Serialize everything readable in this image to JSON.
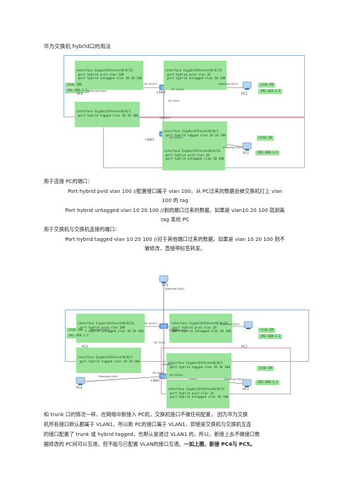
{
  "title": "华为交换机 hybrid口的用法",
  "diagram1": {
    "code_ge23": [
      "interface GigabitEthernet0/0/23",
      " port hybrid pvid vlan 100",
      " port hybrid untagged vlan 10 20 100"
    ],
    "code_ge24": [
      "interface GigabitEthernet0/0/24",
      " port hybrid pvid vlan 20",
      " port hybrid untagged vlan 20 100"
    ],
    "code_ge1_lsw2": [
      "interface GigabitEthernet0/0/1",
      " port hybrid tagged vlan 10 20 100"
    ],
    "code_ge1_lsw1": [
      "interface GigabitEthernet0/0/1",
      " port hybrid tagged vlan 10 20 100"
    ],
    "code_ge24_lsw1": [
      "interface GigabitEthernet0/0/24",
      " port hybrid pvid vlan 10",
      " port hybrid untagged vlan 10 100"
    ],
    "tag_pc2_vlan": "vlan 100",
    "tag_pc2_ip": "192.168.1.2",
    "tag_pc3_vlan": "vlan 20",
    "tag_pc3_ip": "192.168.1.2",
    "tag_pc1_vlan": "vlan 10",
    "tag_pc1_ip": "192.168.1.1",
    "pc_left": "PC2",
    "pc_right": "PC3",
    "pc_bottom": "PC1",
    "sw_top": "LSW2",
    "sw_bottom": "LSW1",
    "port_ge023": "GE 0/0/23",
    "port_ge024": "GE 0/0/24",
    "port_ge001_top": "GE 0/0/1",
    "port_ge001_bottom": "GE0/0/1",
    "port_ge024_bottom": "GE 0/0/24",
    "eth_left": "Ethernet 0/0/1",
    "eth_right": "Ethernet 0/0/1",
    "eth_bottom": "Ethernet 0/0/1"
  },
  "section_a_title": "用于连接 PC的端口：",
  "section_a_line1a": "Port hybrid pvid vlan 100 //配置接口属于 vlan 100，从 PC过来的数据会被交换机打上 vlan",
  "section_a_line1b": "100 的 tag",
  "section_a_line2a": "Port hybrid untagged vlan 10 20 100 //剥的端口过来的数据，如果是 vlan10 20 100 就剥离",
  "section_a_line2b": "tag 发给 PC",
  "section_b_title": "用于交换机与交换机连接的端口：",
  "section_b_line1a": "Port hybrid tagged vlan 10 20 100 //对于其他端口过来的数据，如果是 vlan 10 20 100 则不",
  "section_b_line1b": "做修改，直接带标签转发。",
  "diagram2": {
    "code_ge23": [
      "interface GigabitEthernet0/0/23",
      " port hybrid pvid vlan 100",
      " port hybrid untagged vlan 10 20 100"
    ],
    "code_ge24": [
      "interface GigabitEthernet0/0/24",
      " port hybrid pvid vlan 20",
      " port hybrid untagged vlan 20 100"
    ],
    "code_ge1_lsw2": [
      "interface GigabitEthernet0/0/1",
      " port hybrid tagged vlan 10 20 100"
    ],
    "code_ge1_lsw1": [
      "interface GigabitEthernet0/0/1",
      " port hybrid tagged vlan 10 20 100"
    ],
    "code_ge24_lsw1": [
      "interface GigabitEthernet0/0/24",
      " port hybrid pvid vlan 10",
      " port hybrid untagged vlan 10 100"
    ],
    "tag_pc3_vlan": "vlan 100",
    "tag_pc3_ip": "192.168.1.3",
    "tag_pc2_vlan": "vlan 20",
    "tag_pc2_ip": "192.168.1.2",
    "tag_pc1_vlan": "vlan 10",
    "tag_pc1_ip": "192.168.1.1",
    "pc_top": "PC5",
    "pc_left": "PC3",
    "pc_right": "PC2",
    "pc_bottom_left": "PC4",
    "pc_bottom_right": "PC1",
    "sw_top": "LSW2",
    "sw_bottom": "LSW1",
    "eth_top": "Ethernet 0/0/1",
    "eth_left": "Ethernet 0/0/1",
    "eth_right": "Ethernet 0/0/1",
    "eth_pc4": "Ethernet 0/0/1",
    "eth_pc1": "Ethernet 0/0/1",
    "port_ge023": "GE 0/0/23",
    "port_ge024": "GE 0/0/24",
    "port_ge001_top": "GE 0/0/1",
    "port_ge001_bottom": "GE0/0/1",
    "port_ge002": "GE 0/0/2",
    "port_ge024_bottom": "GE 0/0/24"
  },
  "closing_line1": "和 trunk 口的情况一样，在网络中新接入 PC机，交换机接口不做任何配置， 因为华为交换",
  "closing_line2": "机所有接口默认都属于 VLAN1，所以新 PC的接口属于 VLAN1，即使是交换机与交换机互连",
  "closing_line3": "的接口配置了 trunk 或 hybrid tagged，也默认是通过 VLAN1 的，所以，新接上去不做接口数",
  "closing_line4a": "据修改的 PC间可以互通，但不能与已配置 VLAN的接口互通。",
  "closing_line4b": "一如上图，新接 PC4与 PC5。"
}
